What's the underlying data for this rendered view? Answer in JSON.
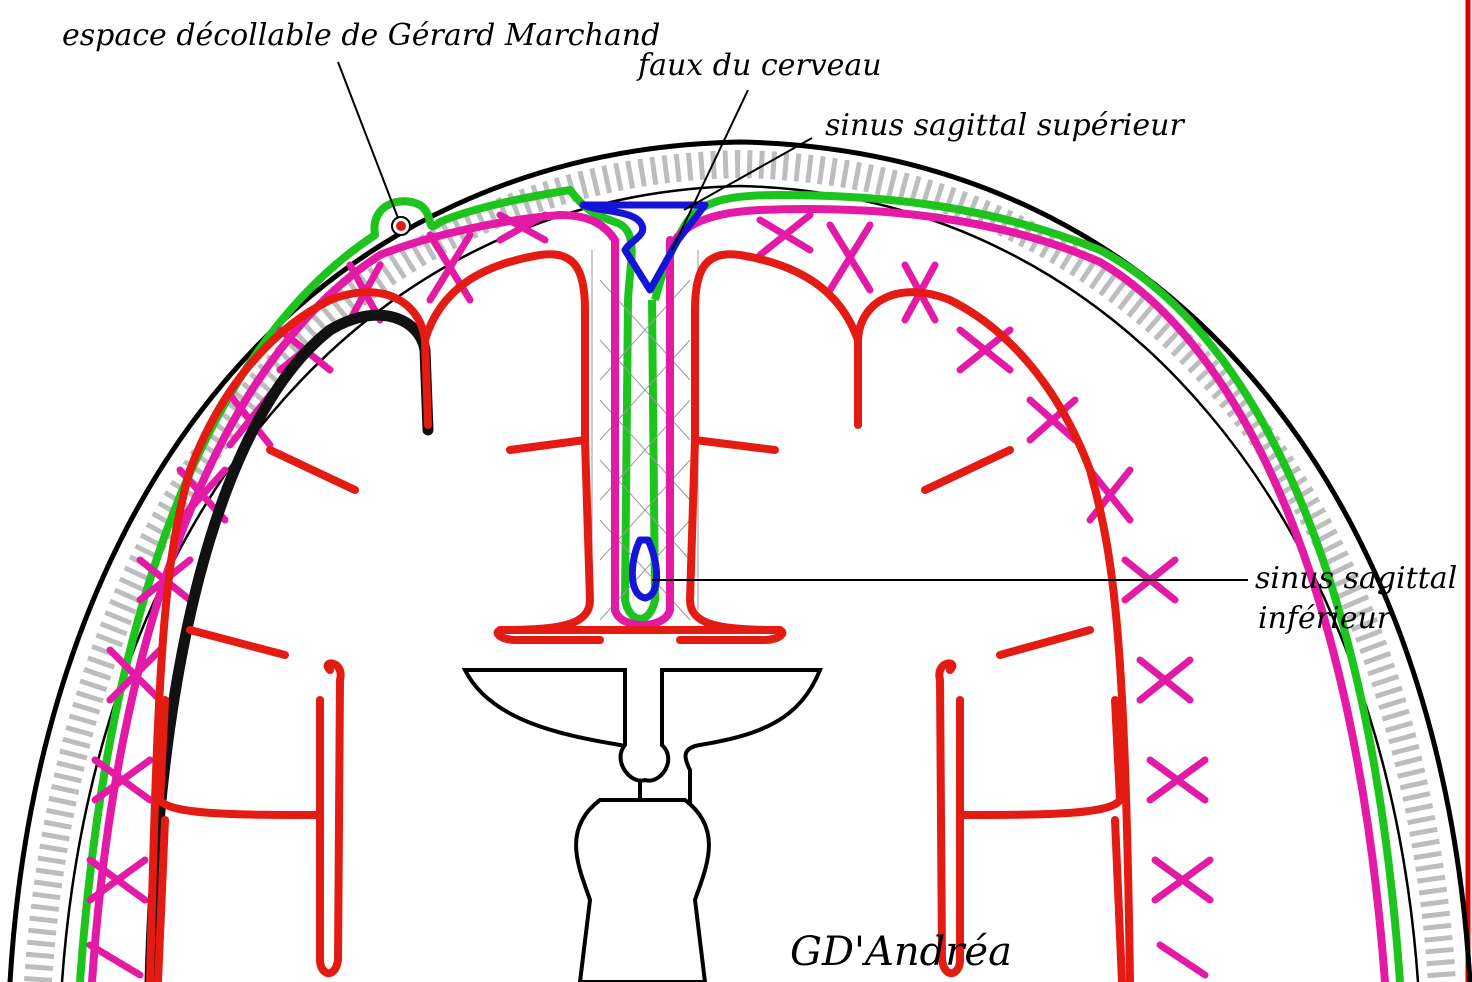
{
  "labels": {
    "epidural_space": "espace décollable de Gérard Marchand",
    "falx": "faux du cerveau",
    "superior_sinus": "sinus sagittal supérieur",
    "inferior_sinus_line1": "sinus sagittal",
    "inferior_sinus_line2": "inférieur",
    "signature": "GD'Andréa"
  },
  "colors": {
    "dura_mater": "#1ec41e",
    "arachnoid": "#e21aa6",
    "pia_mater": "#e41b13",
    "venous_sinus": "#1414d8",
    "border": "#e00000"
  }
}
